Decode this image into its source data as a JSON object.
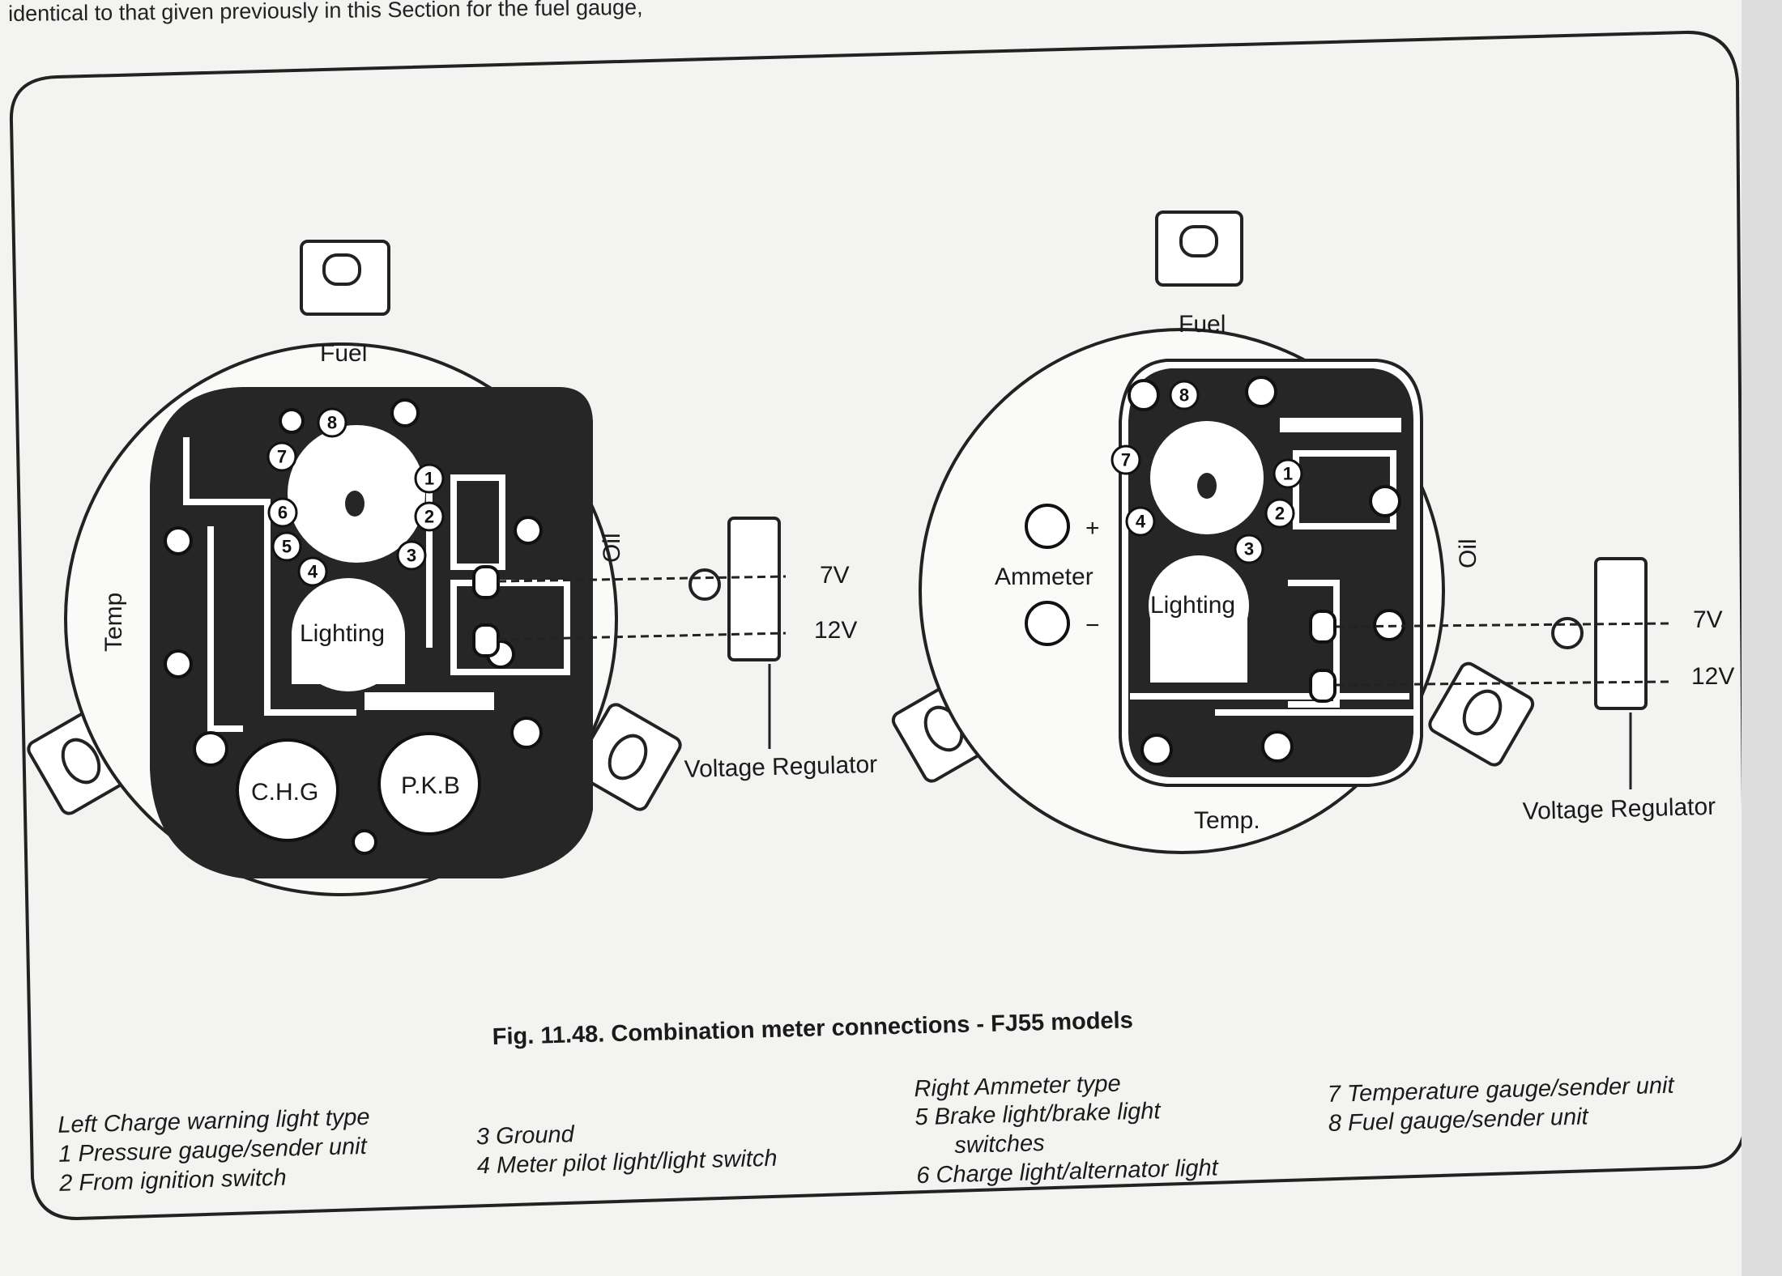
{
  "page_text": {
    "top_line": "identical to that given previously in this Section for the fuel gauge,"
  },
  "left_meter": {
    "fuel": "Fuel",
    "temp": "Temp",
    "oil": "Oil",
    "lighting": "Lighting",
    "chg": "C.H.G",
    "pkb": "P.K.B",
    "v7": "7V",
    "v12": "12V",
    "regulator": "Voltage Regulator",
    "terminals": [
      "1",
      "2",
      "3",
      "4",
      "5",
      "6",
      "7",
      "8"
    ]
  },
  "right_meter": {
    "fuel": "Fuel",
    "temp": "Temp.",
    "oil": "Oil",
    "lighting": "Lighting",
    "ammeter": "Ammeter",
    "plus": "+",
    "minus": "−",
    "v7": "7V",
    "v12": "12V",
    "regulator": "Voltage Regulator",
    "terminals": [
      "1",
      "2",
      "3",
      "4",
      "7",
      "8"
    ]
  },
  "caption": "Fig. 11.48. Combination meter connections - FJ55 models",
  "legend": {
    "left_title": "Left   Charge warning light type",
    "right_title": "Right  Ammeter type",
    "items": [
      "1  Pressure gauge/sender unit",
      "2  From ignition switch",
      "3  Ground",
      "4  Meter pilot light/light switch",
      "5  Brake light/brake light",
      "switches",
      "6  Charge light/alternator light",
      "7  Temperature gauge/sender unit",
      "8  Fuel gauge/sender unit"
    ]
  }
}
